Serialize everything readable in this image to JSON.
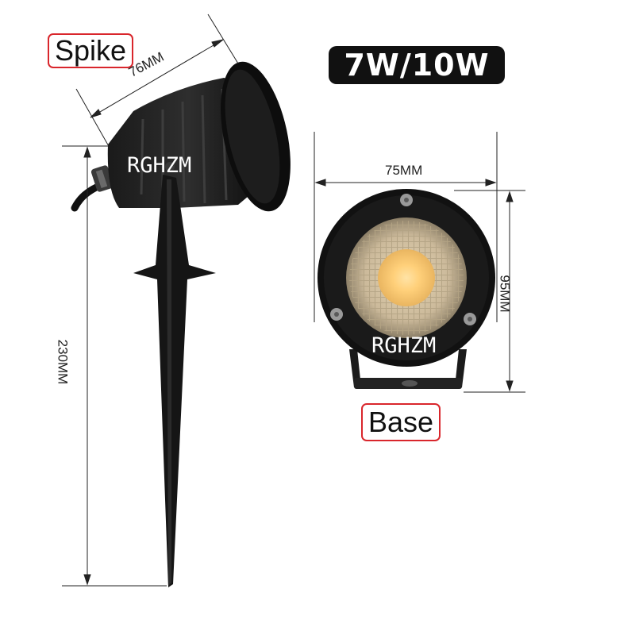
{
  "labels": {
    "spike": "Spike",
    "base": "Base",
    "wattage": "7W/10W"
  },
  "brand": {
    "spike_logo": "RGHZM",
    "base_logo": "RGHZM"
  },
  "dimensions": {
    "spike_head_width": "76MM",
    "base_width": "75MM",
    "base_height": "95MM",
    "spike_height": "230MM"
  },
  "colors": {
    "tag_border": "#d9262c",
    "fixture_body": "#111111",
    "led_center": "#ffd98a",
    "badge_bg": "#111111"
  },
  "icons": {
    "spike_fixture": "led-spike-light-photo",
    "base_fixture": "led-base-light-photo"
  }
}
